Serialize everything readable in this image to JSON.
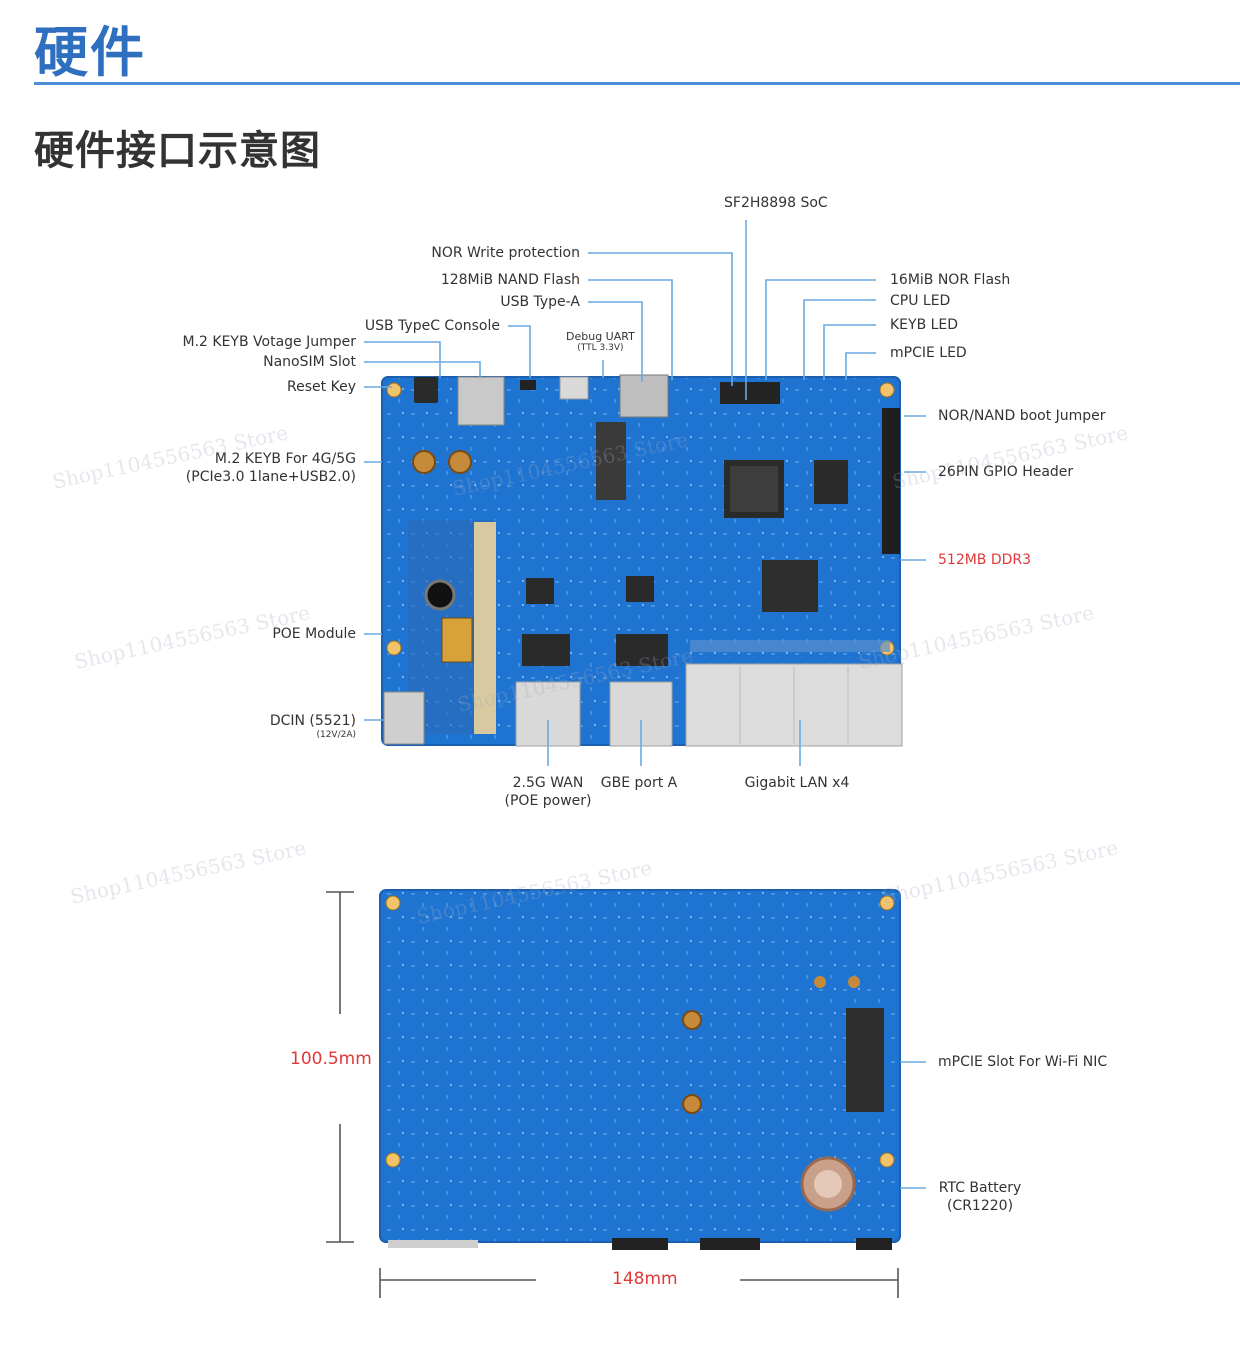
{
  "heading": "硬件",
  "subheading": "硬件接口示意图",
  "watermark": "Shop1104556563 Store",
  "board_color": "#1f74d1",
  "accent_color": "#4c8fd8",
  "top_labels": {
    "soc": "SF2H8898 SoC",
    "nor_write": "NOR Write protection",
    "nand_flash": "128MiB NAND Flash",
    "usb_type_a": "USB Type-A",
    "usb_typec": "USB TypeC Console",
    "debug_uart": "Debug UART",
    "debug_uart_sub": "(TTL 3.3V)",
    "m2_jumper": "M.2 KEYB Votage Jumper",
    "nanosim": "NanoSIM Slot",
    "reset_key": "Reset Key",
    "m2_keyb": "M.2 KEYB For 4G/5G",
    "m2_keyb_sub": "(PCIe3.0 1lane+USB2.0)",
    "poe_module": "POE Module",
    "dcin": "DCIN (5521)",
    "dcin_sub": "(12V/2A)",
    "wan_line1": "2.5G WAN",
    "wan_line2": "(POE power)",
    "gbe_port": "GBE port A",
    "gigabit_lan": "Gigabit LAN x4",
    "nor_flash": "16MiB NOR Flash",
    "cpu_led": "CPU LED",
    "keyb_led": "KEYB LED",
    "mpcie_led": "mPCIE LED",
    "boot_jumper": "NOR/NAND boot Jumper",
    "gpio_header": "26PIN GPIO Header",
    "ddr3": "512MB DDR3"
  },
  "bottom_labels": {
    "height": "100.5mm",
    "width": "148mm",
    "mpcie_slot": "mPCIE Slot For Wi-Fi NIC",
    "rtc_line1": "RTC Battery",
    "rtc_line2": "(CR1220)"
  }
}
